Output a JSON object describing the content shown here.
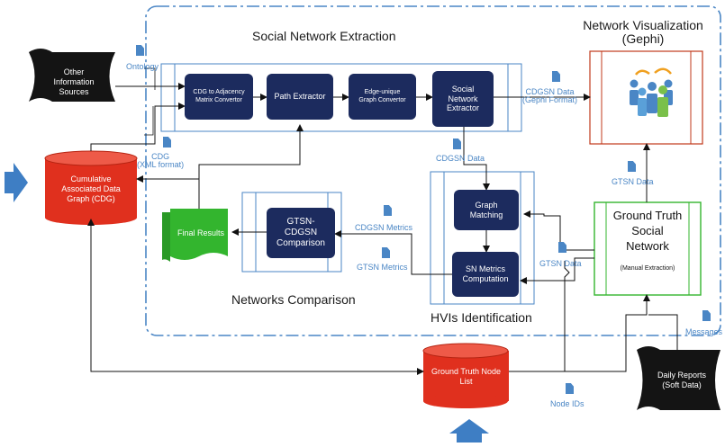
{
  "sections": {
    "sne": "Social Network Extraction",
    "nviz": "Network Visualization\n(Gephi)",
    "ncomp": "Networks Comparison",
    "hvis": "HVIs Identification"
  },
  "boxes": {
    "cdg_adj": "CDG to Adjacency\nMatrix Convertor",
    "path": "Path Extractor",
    "edge": "Edge-unique\nGraph Convertor",
    "sne_box": "Social\nNetwork\nExtractor",
    "gm": "Graph\nMatching",
    "snm": "SN Metrics\nComputation",
    "gtsn": "GTSN-\nCDGSN\nComparison"
  },
  "nodes": {
    "other": "Other\nInformation\nSources",
    "cdg": "Cumulative\nAssociated Data\nGraph (CDG)",
    "final": "Final Results",
    "gtn": "Ground Truth Node\nList",
    "daily": "Daily Reports\n(Soft Data)",
    "gtsn_title": "Ground Truth\nSocial\nNetwork",
    "gtsn_sub": "(Manual Extraction)"
  },
  "labels": {
    "ontology": "Ontology",
    "cdg_xml": "CDG\n(XML format)",
    "cdgsn_gephi": "CDGSN Data\n(Gephi Format)",
    "cdgsn_data": "CDGSN Data",
    "gtsn_data": "GTSN Data",
    "cdgsn_metrics": "CDGSN Metrics",
    "gtsn_metrics": "GTSN Metrics",
    "gtsn_data2": "GTSN Data",
    "node_ids": "Node IDs",
    "messages": "Messages"
  },
  "colors": {
    "navy": "#1c2b5e",
    "red": "#e0301e",
    "green": "#33b52e",
    "blue": "#4a86c5",
    "orange": "#c0391b"
  },
  "icons": [
    "document-icon",
    "people-icon",
    "input-arrow-icon"
  ]
}
